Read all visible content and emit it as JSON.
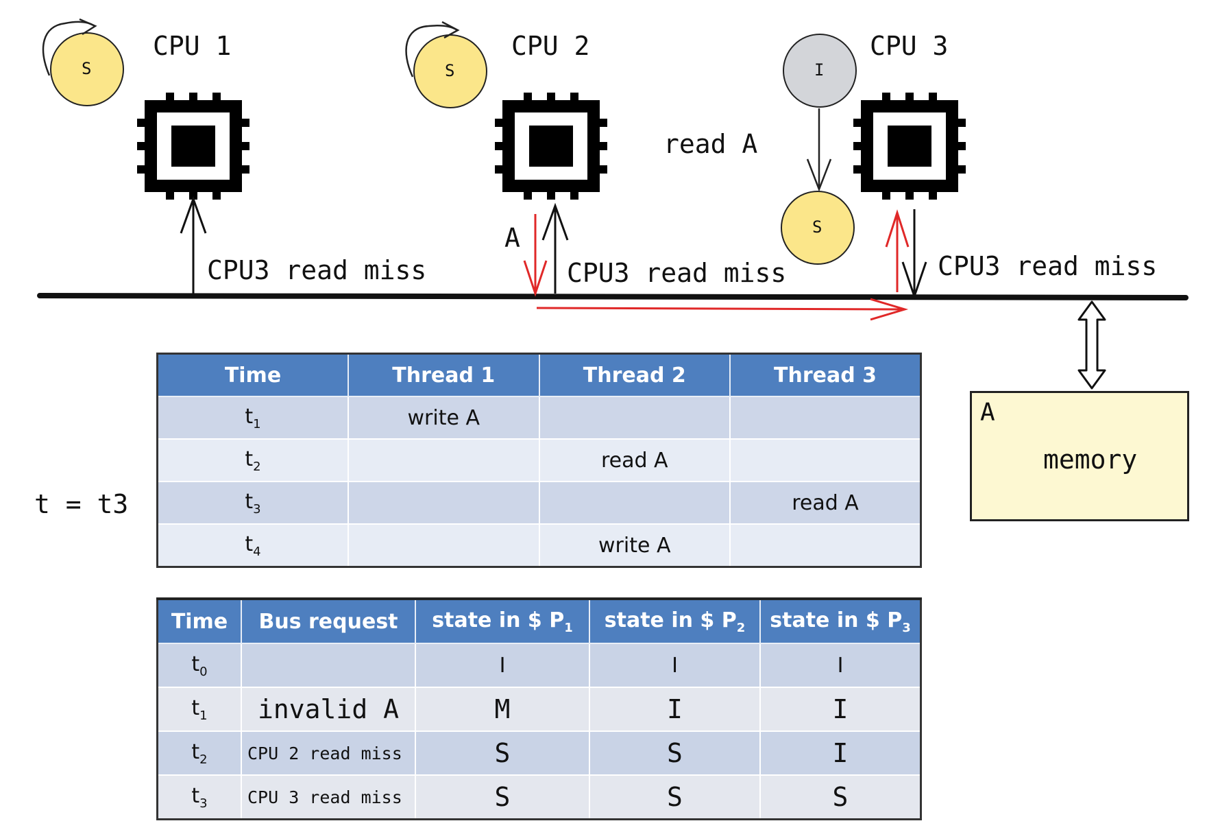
{
  "cpus": [
    {
      "label": "CPU 1",
      "state": "S"
    },
    {
      "label": "CPU 2",
      "state": "S"
    },
    {
      "label": "CPU 3",
      "state_before": "I",
      "state_after": "S"
    }
  ],
  "bus_labels": {
    "cpu1": "CPU3 read miss",
    "cpu2": "CPU3 read miss",
    "cpu3": "CPU3 read miss"
  },
  "read_label": "read A",
  "data_label": "A",
  "time_label": "t = t3",
  "memory": {
    "label": "memory",
    "content": "A"
  },
  "thread_table": {
    "headers": [
      "Time",
      "Thread 1",
      "Thread 2",
      "Thread 3"
    ],
    "rows": [
      {
        "time": "t",
        "sub": "1",
        "c1": "write A",
        "c2": "",
        "c3": ""
      },
      {
        "time": "t",
        "sub": "2",
        "c1": "",
        "c2": "read A",
        "c3": ""
      },
      {
        "time": "t",
        "sub": "3",
        "c1": "",
        "c2": "",
        "c3": "read A"
      },
      {
        "time": "t",
        "sub": "4",
        "c1": "",
        "c2": "write A",
        "c3": ""
      }
    ]
  },
  "state_table": {
    "headers": {
      "time": "Time",
      "bus": "Bus request",
      "p1": "state in $ P",
      "p1_sub": "1",
      "p2": "state in $ P",
      "p2_sub": "2",
      "p3": "state in $ P",
      "p3_sub": "3"
    },
    "rows": [
      {
        "time": "t",
        "sub": "0",
        "bus": "",
        "p1": "I",
        "p2": "I",
        "p3": "I"
      },
      {
        "time": "t",
        "sub": "1",
        "bus": "invalid A",
        "p1": "M",
        "p2": "I",
        "p3": "I"
      },
      {
        "time": "t",
        "sub": "2",
        "bus": "CPU 2 read miss",
        "p1": "S",
        "p2": "S",
        "p3": "I"
      },
      {
        "time": "t",
        "sub": "3",
        "bus": "CPU 3 read miss",
        "p1": "S",
        "p2": "S",
        "p3": "S"
      }
    ]
  },
  "colors": {
    "state_s": "#fbe68a",
    "state_i": "#d3d5d9",
    "header_blue": "#4e7fbf",
    "red_arrow": "#e02828",
    "memory_fill": "#fdf8d2"
  }
}
